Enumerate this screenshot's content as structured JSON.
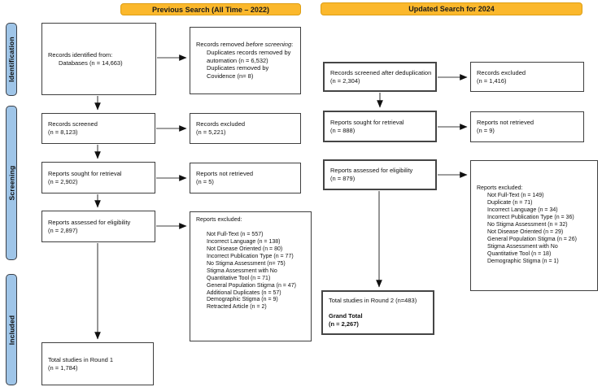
{
  "colors": {
    "header_bg": "#FBB82C",
    "sidebar_bg": "#9FC5E8",
    "box_border": "#3F3F3F"
  },
  "headers": {
    "previous": "Previous Search (All Time – 2022)",
    "updated": "Updated Search for 2024"
  },
  "sidebar": {
    "identification": "Identification",
    "screening": "Screening",
    "included": "Included"
  },
  "previous_search": {
    "records_identified": {
      "lines": [
        {
          "t": "Records identified from:"
        },
        {
          "t": "Databases (n = 14,663)",
          "ind": 1
        }
      ]
    },
    "records_removed": {
      "lines": [
        {
          "segs": [
            {
              "t": "Records removed "
            },
            {
              "t": "before screening",
              "i": true
            },
            {
              "t": ":"
            }
          ]
        },
        {
          "t": "Duplicates records removed by",
          "ind": 1
        },
        {
          "t": "automation (n = 6,532)",
          "ind": 1
        },
        {
          "t": "Duplicates removed by",
          "ind": 1
        },
        {
          "t": "Covidence (n= 8)",
          "ind": 1
        }
      ]
    },
    "records_screened": {
      "lines": [
        {
          "t": "Records screened"
        },
        {
          "t": "(n = 8,123)"
        }
      ]
    },
    "records_excluded": {
      "lines": [
        {
          "t": "Records excluded"
        },
        {
          "t": "(n = 5,221)"
        }
      ]
    },
    "reports_sought": {
      "lines": [
        {
          "t": "Reports sought for retrieval"
        },
        {
          "t": "(n = 2,902)"
        }
      ]
    },
    "reports_not_retrieved": {
      "lines": [
        {
          "t": "Reports not retrieved"
        },
        {
          "t": "(n = 5)"
        }
      ]
    },
    "reports_assessed": {
      "lines": [
        {
          "t": "Reports assessed for eligibility"
        },
        {
          "t": "(n = 2,897)"
        }
      ]
    },
    "reports_excluded": {
      "lines": [
        {
          "t": "Reports excluded:"
        },
        {
          "t": ""
        },
        {
          "t": "Not Full-Text (n = 557)",
          "ind": 1
        },
        {
          "t": "Incorrect Language (n = 138)",
          "ind": 1
        },
        {
          "t": "Not Disease Oriented (n = 80)",
          "ind": 1
        },
        {
          "t": "Incorrect Publication Type (n = 77)",
          "ind": 1
        },
        {
          "t": "No Stigma Assessment (n= 75)",
          "ind": 1
        },
        {
          "t": "Stigma Assessment with No",
          "ind": 1
        },
        {
          "t": "Quantitative Tool (n = 71)",
          "ind": 1
        },
        {
          "t": "General Population Stigma (n = 47)",
          "ind": 1
        },
        {
          "t": "Additional Duplicates (n = 57)",
          "ind": 1
        },
        {
          "t": "Demographic Stigma (n = 9)",
          "ind": 1
        },
        {
          "t": "Retracted Article (n = 2)",
          "ind": 1
        }
      ]
    },
    "total_round1": {
      "lines": [
        {
          "t": "Total studies in Round 1"
        },
        {
          "t": "(n = 1,784)"
        }
      ]
    }
  },
  "updated_search": {
    "records_screened_dedup": {
      "lines": [
        {
          "t": "Records screened after deduplication"
        },
        {
          "t": "(n = 2,304)"
        }
      ]
    },
    "records_excluded": {
      "lines": [
        {
          "t": "Records excluded"
        },
        {
          "t": "(n = 1,416)"
        }
      ]
    },
    "reports_sought": {
      "lines": [
        {
          "t": "Reports sought for retrieval"
        },
        {
          "t": "(n = 888)"
        }
      ]
    },
    "reports_not_retrieved": {
      "lines": [
        {
          "t": "Reports not retrieved"
        },
        {
          "t": "(n = 9)"
        }
      ]
    },
    "reports_assessed": {
      "lines": [
        {
          "t": "Reports assessed for eligibility"
        },
        {
          "t": "(n = 879)"
        }
      ]
    },
    "reports_excluded": {
      "lines": [
        {
          "t": "Reports excluded:"
        },
        {
          "t": "Not Full-Text (n = 149)",
          "ind": 1
        },
        {
          "t": "Duplicate (n = 71)",
          "ind": 1
        },
        {
          "t": "Incorrect Language (n = 34)",
          "ind": 1
        },
        {
          "t": "Incorrect Publication Type (n = 36)",
          "ind": 1
        },
        {
          "t": "No Stigma Assessment (n = 32)",
          "ind": 1
        },
        {
          "t": "Not Disease Oriented (n = 29)",
          "ind": 1
        },
        {
          "t": "General Population Stigma (n = 26)",
          "ind": 1
        },
        {
          "t": "Stigma Assessment with No",
          "ind": 1
        },
        {
          "t": "Quantitative Tool (n = 18)",
          "ind": 1
        },
        {
          "t": "Demographic Stigma (n = 1)",
          "ind": 1
        }
      ]
    },
    "totals": {
      "lines": [
        {
          "t": "Total studies in Round 2 (n=483)"
        },
        {
          "t": ""
        },
        {
          "t": "Grand Total",
          "b": true
        },
        {
          "t": "(n = 2,267)",
          "b": true
        }
      ]
    }
  }
}
